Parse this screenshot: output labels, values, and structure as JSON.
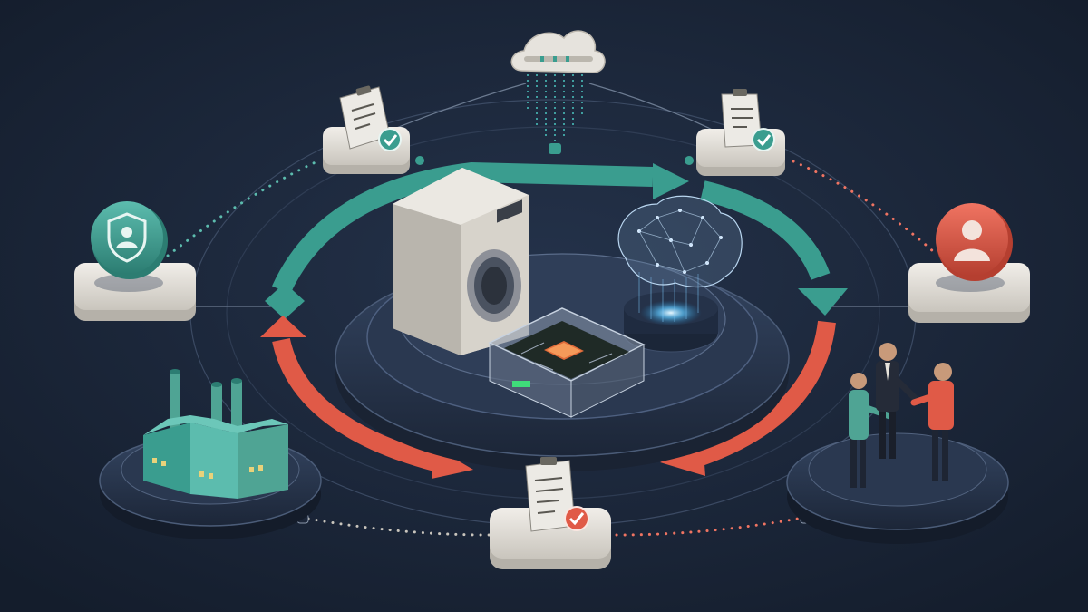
{
  "diagram": {
    "title": "",
    "colors": {
      "background": "#1a2538",
      "teal": "#3a9d8f",
      "coral": "#e05a47",
      "plate": "#e4e1db",
      "pedestal": "#2c3a52"
    },
    "nodes": [
      {
        "id": "cloud",
        "icon": "cloud-data-icon"
      },
      {
        "id": "checklist-top-left",
        "icon": "checklist-approved-icon"
      },
      {
        "id": "checklist-top-right",
        "icon": "checklist-approved-icon"
      },
      {
        "id": "shield-user",
        "icon": "shield-user-icon"
      },
      {
        "id": "user-profile",
        "icon": "user-profile-icon"
      },
      {
        "id": "factory",
        "icon": "factory-icon"
      },
      {
        "id": "business-people",
        "icon": "business-people-icon"
      },
      {
        "id": "checklist-bottom",
        "icon": "checklist-rejected-icon"
      },
      {
        "id": "washing-machine",
        "icon": "washing-machine-icon"
      },
      {
        "id": "ai-brain",
        "icon": "ai-brain-icon"
      },
      {
        "id": "circuit-chip",
        "icon": "circuit-board-icon"
      }
    ],
    "cycle_arrows": [
      {
        "id": "teal-top-left",
        "color": "teal"
      },
      {
        "id": "teal-top-right",
        "color": "teal"
      },
      {
        "id": "coral-bottom-right",
        "color": "coral"
      },
      {
        "id": "coral-bottom-left",
        "color": "coral"
      }
    ]
  }
}
